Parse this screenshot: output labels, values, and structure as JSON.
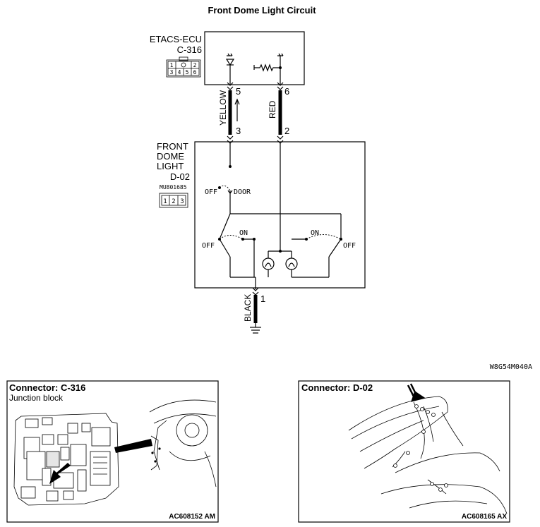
{
  "title": "Front Dome Light Circuit",
  "etacs": {
    "name": "ETACS-ECU",
    "connector": "C-316",
    "pins_top": [
      "1",
      "2"
    ],
    "pins_bottom": [
      "3",
      "4",
      "5",
      "6"
    ]
  },
  "dome": {
    "name_lines": [
      "FRONT",
      "DOME",
      "LIGHT"
    ],
    "connector": "D-02",
    "part_number": "MU801685",
    "pins": [
      "1",
      "2",
      "3"
    ],
    "door_switch": {
      "off": "OFF",
      "door": "DOOR"
    },
    "left_switch": {
      "on": "ON",
      "off": "OFF"
    },
    "right_switch": {
      "on": "ON",
      "off": "OFF"
    }
  },
  "wires": [
    {
      "color": "YELLOW",
      "top_pin": "5",
      "bottom_pin": "3"
    },
    {
      "color": "RED",
      "top_pin": "6",
      "bottom_pin": "2"
    },
    {
      "color": "BLACK",
      "pin": "1"
    }
  ],
  "diagram_code": "W8G54M040A",
  "panels": [
    {
      "title": "Connector: C-316",
      "subtitle": "Junction block",
      "code": "AC608152 AM"
    },
    {
      "title": "Connector: D-02",
      "subtitle": "",
      "code": "AC608165 AX"
    }
  ]
}
